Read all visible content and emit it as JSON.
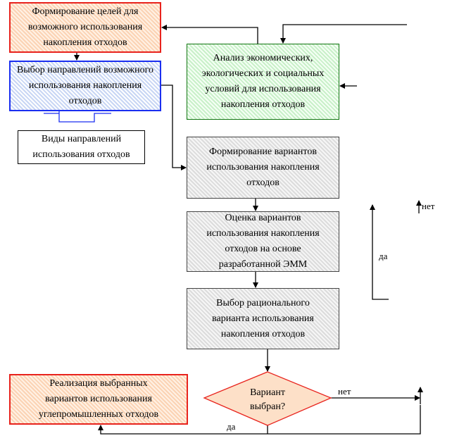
{
  "boxes": {
    "goals": "Формирование целей для возможного использования накопления отходов",
    "directions": "Выбор направлений возможного использования накопления отходов",
    "types": "Виды направлений использования отходов",
    "analysis": "Анализ экономических, экологических и социальных условий для использования накопления отходов",
    "variants": "Формирование вариантов использования накопления отходов",
    "evaluation": "Оценка вариантов использования накопления отходов на основе разработанной ЭММ",
    "choice": "Выбор рационального варианта использования накопления отходов",
    "implementation": "Реализация выбранных вариантов использования углепромышленных отходов"
  },
  "decision": "Вариант выбран?",
  "labels": {
    "no_bottom": "нет",
    "yes_bottom": "да",
    "yes_right": "да",
    "no_right": "нет"
  }
}
